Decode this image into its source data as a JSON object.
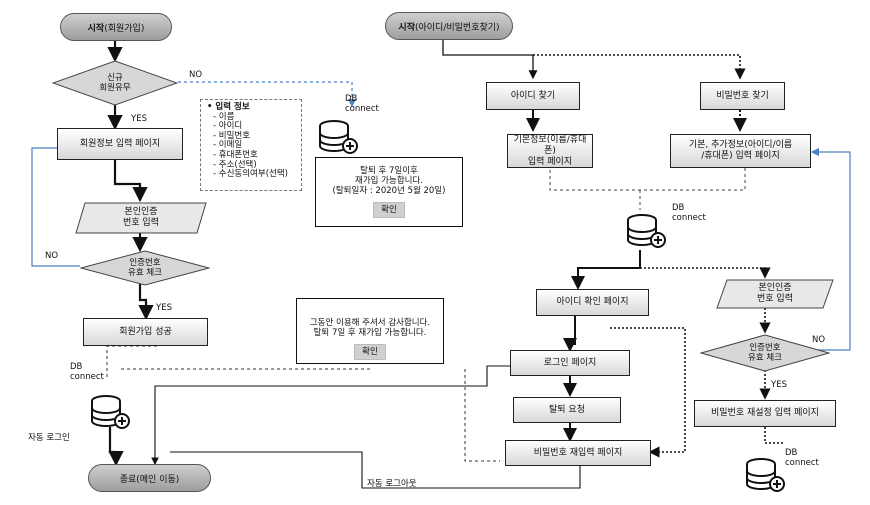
{
  "left_flow": {
    "start": {
      "bold": "시작",
      "rest": "(회원가입)"
    },
    "decision_new": "신규\n회원유무",
    "signup_page": "회원정보 입력 페이지",
    "verify_input": "본인인증\n번호 입력",
    "decision_verify": "인증번호\n유효 체크",
    "signup_success": "회원가입 성공",
    "end": "종료(메인 이동)"
  },
  "right_flow": {
    "start": {
      "bold": "시작",
      "rest": "(아이디/비밀번호찾기)"
    },
    "find_id": "아이디 찾기",
    "find_pw": "비밀번호 찾기",
    "basic_info": "기본정보(이름/휴대폰)\n입력 페이지",
    "extra_info": "기본, 추가정보(아이디/이름\n/휴대폰) 입력 페이지",
    "id_confirm": "아이디 확인 페이지",
    "verify_input": "본인인증\n번호 입력",
    "decision_verify": "인증번호\n유효 체크",
    "login_page": "로그인 페이지",
    "withdraw": "탈퇴 요청",
    "pw_reset": "비밀번호 재설정 입력 페이지",
    "pw_reenter": "비밀번호 재입력 페이지"
  },
  "labels": {
    "no_top": "NO",
    "yes_top": "YES",
    "no_verify": "NO",
    "yes_verify": "YES",
    "no_right": "NO",
    "yes_right": "YES",
    "auto_login": "자동 로그인",
    "auto_logout": "자동 로그아웃"
  },
  "db_label": "DB\nconnect",
  "info_list": {
    "header": "입력 정보",
    "items": [
      "이름",
      "아이디",
      "비밀번호",
      "이메일",
      "휴대폰번호",
      "주소(선택)",
      "수신동의여부(선택)"
    ]
  },
  "popup_rejoin": {
    "text": "탈퇴 후 7일이후\n재가입 가능합니다.\n(탈퇴일자 : 2020년 5월 20일)",
    "button": "확인"
  },
  "popup_thanks": {
    "text": "그동안 이용해 주셔서 감사합니다.\n탈퇴 7일 후 재가입 가능합니다.",
    "button": "확인"
  },
  "colors": {
    "feedback_line": "#4a7fc0",
    "node_gradient_top": "#ffffff",
    "node_gradient_bottom": "#d8d8d8"
  }
}
